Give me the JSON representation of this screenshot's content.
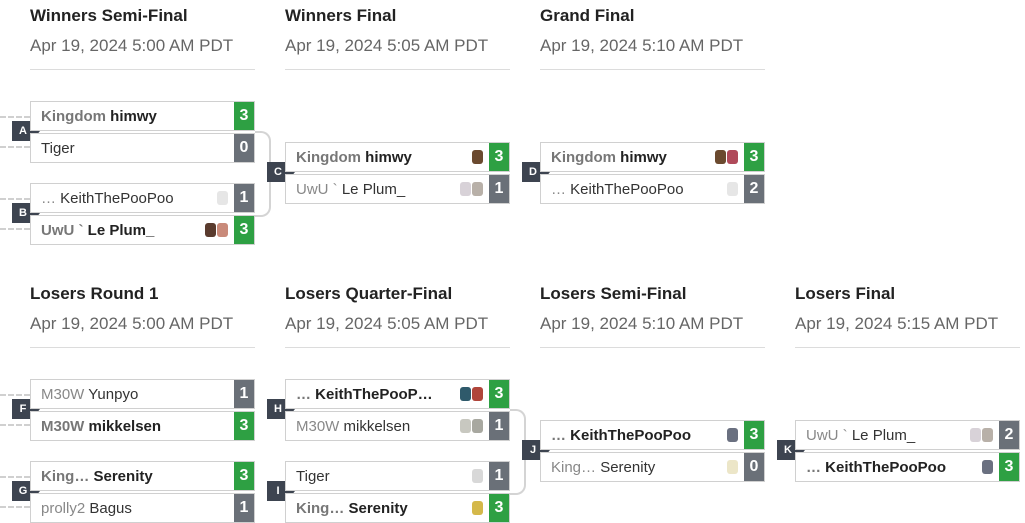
{
  "colors": {
    "win_score_bg": "#2ea043",
    "lose_score_bg": "#6a7078",
    "marker_bg": "#3d4450"
  },
  "rounds": {
    "wsf": {
      "title": "Winners Semi-Final",
      "date": "Apr 19, 2024 5:00 AM PDT"
    },
    "wf": {
      "title": "Winners Final",
      "date": "Apr 19, 2024 5:05 AM PDT"
    },
    "gf": {
      "title": "Grand Final",
      "date": "Apr 19, 2024 5:10 AM PDT"
    },
    "lr1": {
      "title": "Losers Round 1",
      "date": "Apr 19, 2024 5:00 AM PDT"
    },
    "lqf": {
      "title": "Losers Quarter-Final",
      "date": "Apr 19, 2024 5:05 AM PDT"
    },
    "lsf": {
      "title": "Losers Semi-Final",
      "date": "Apr 19, 2024 5:10 AM PDT"
    },
    "lf": {
      "title": "Losers Final",
      "date": "Apr 19, 2024 5:15 AM PDT"
    }
  },
  "matches": {
    "A": {
      "id": "A",
      "p1": {
        "prefix": "Kingdom",
        "tag": "himwy",
        "score": "3"
      },
      "p2": {
        "prefix": "",
        "tag": "Tiger",
        "score": "0"
      }
    },
    "B": {
      "id": "B",
      "p1": {
        "prefix": "…",
        "tag": "KeithThePooPoo",
        "score": "1"
      },
      "p2": {
        "prefix": "UwU `",
        "tag": "Le Plum_",
        "score": "3"
      }
    },
    "C": {
      "id": "C",
      "p1": {
        "prefix": "Kingdom",
        "tag": "himwy",
        "score": "3"
      },
      "p2": {
        "prefix": "UwU `",
        "tag": "Le Plum_",
        "score": "1"
      }
    },
    "D": {
      "id": "D",
      "p1": {
        "prefix": "Kingdom",
        "tag": "himwy",
        "score": "3"
      },
      "p2": {
        "prefix": "…",
        "tag": "KeithThePooPoo",
        "score": "2"
      }
    },
    "F": {
      "id": "F",
      "p1": {
        "prefix": "M30W",
        "tag": "Yunpyo",
        "score": "1"
      },
      "p2": {
        "prefix": "M30W",
        "tag": "mikkelsen",
        "score": "3"
      }
    },
    "G": {
      "id": "G",
      "p1": {
        "prefix": "King…",
        "tag": "Serenity",
        "score": "3"
      },
      "p2": {
        "prefix": "prolly2",
        "tag": "Bagus",
        "score": "1"
      }
    },
    "H": {
      "id": "H",
      "p1": {
        "prefix": "…",
        "tag": "KeithThePooP…",
        "score": "3"
      },
      "p2": {
        "prefix": "M30W",
        "tag": "mikkelsen",
        "score": "1"
      }
    },
    "I": {
      "id": "I",
      "p1": {
        "prefix": "",
        "tag": "Tiger",
        "score": "1"
      },
      "p2": {
        "prefix": "King…",
        "tag": "Serenity",
        "score": "3"
      }
    },
    "J": {
      "id": "J",
      "p1": {
        "prefix": "…",
        "tag": "KeithThePooPoo",
        "score": "3"
      },
      "p2": {
        "prefix": "King…",
        "tag": "Serenity",
        "score": "0"
      }
    },
    "K": {
      "id": "K",
      "p1": {
        "prefix": "UwU `",
        "tag": "Le Plum_",
        "score": "2"
      },
      "p2": {
        "prefix": "…",
        "tag": "KeithThePooPoo",
        "score": "3"
      }
    }
  }
}
